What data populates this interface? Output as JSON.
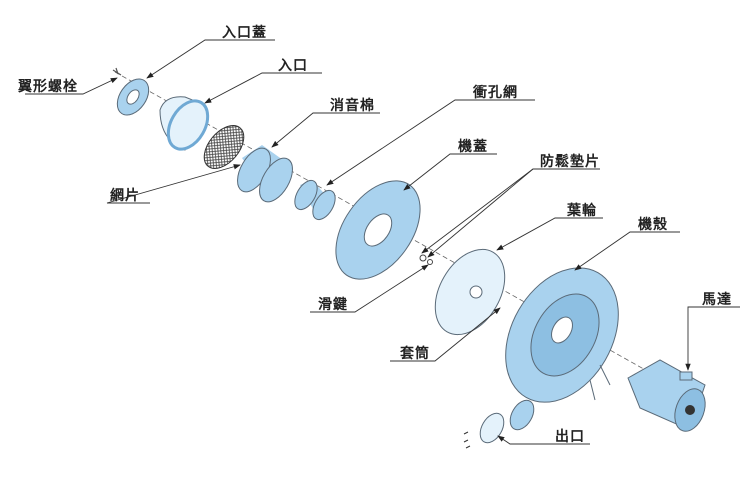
{
  "labels": {
    "inlet_cover": "入口蓋",
    "wing_bolt": "翼形螺栓",
    "inlet": "入口",
    "silencer_cotton": "消音棉",
    "punched_mesh": "衝孔網",
    "machine_cover": "機蓋",
    "lock_washer": "防鬆墊片",
    "mesh_sheet": "網片",
    "impeller": "葉輪",
    "housing": "機殼",
    "sliding_key": "滑鍵",
    "motor": "馬達",
    "sleeve": "套筒",
    "outlet": "出口"
  },
  "colors": {
    "part_fill": "#a9d2ee",
    "part_light": "#e4f2fb",
    "stroke": "#5a6a78",
    "leader": "#333333"
  }
}
